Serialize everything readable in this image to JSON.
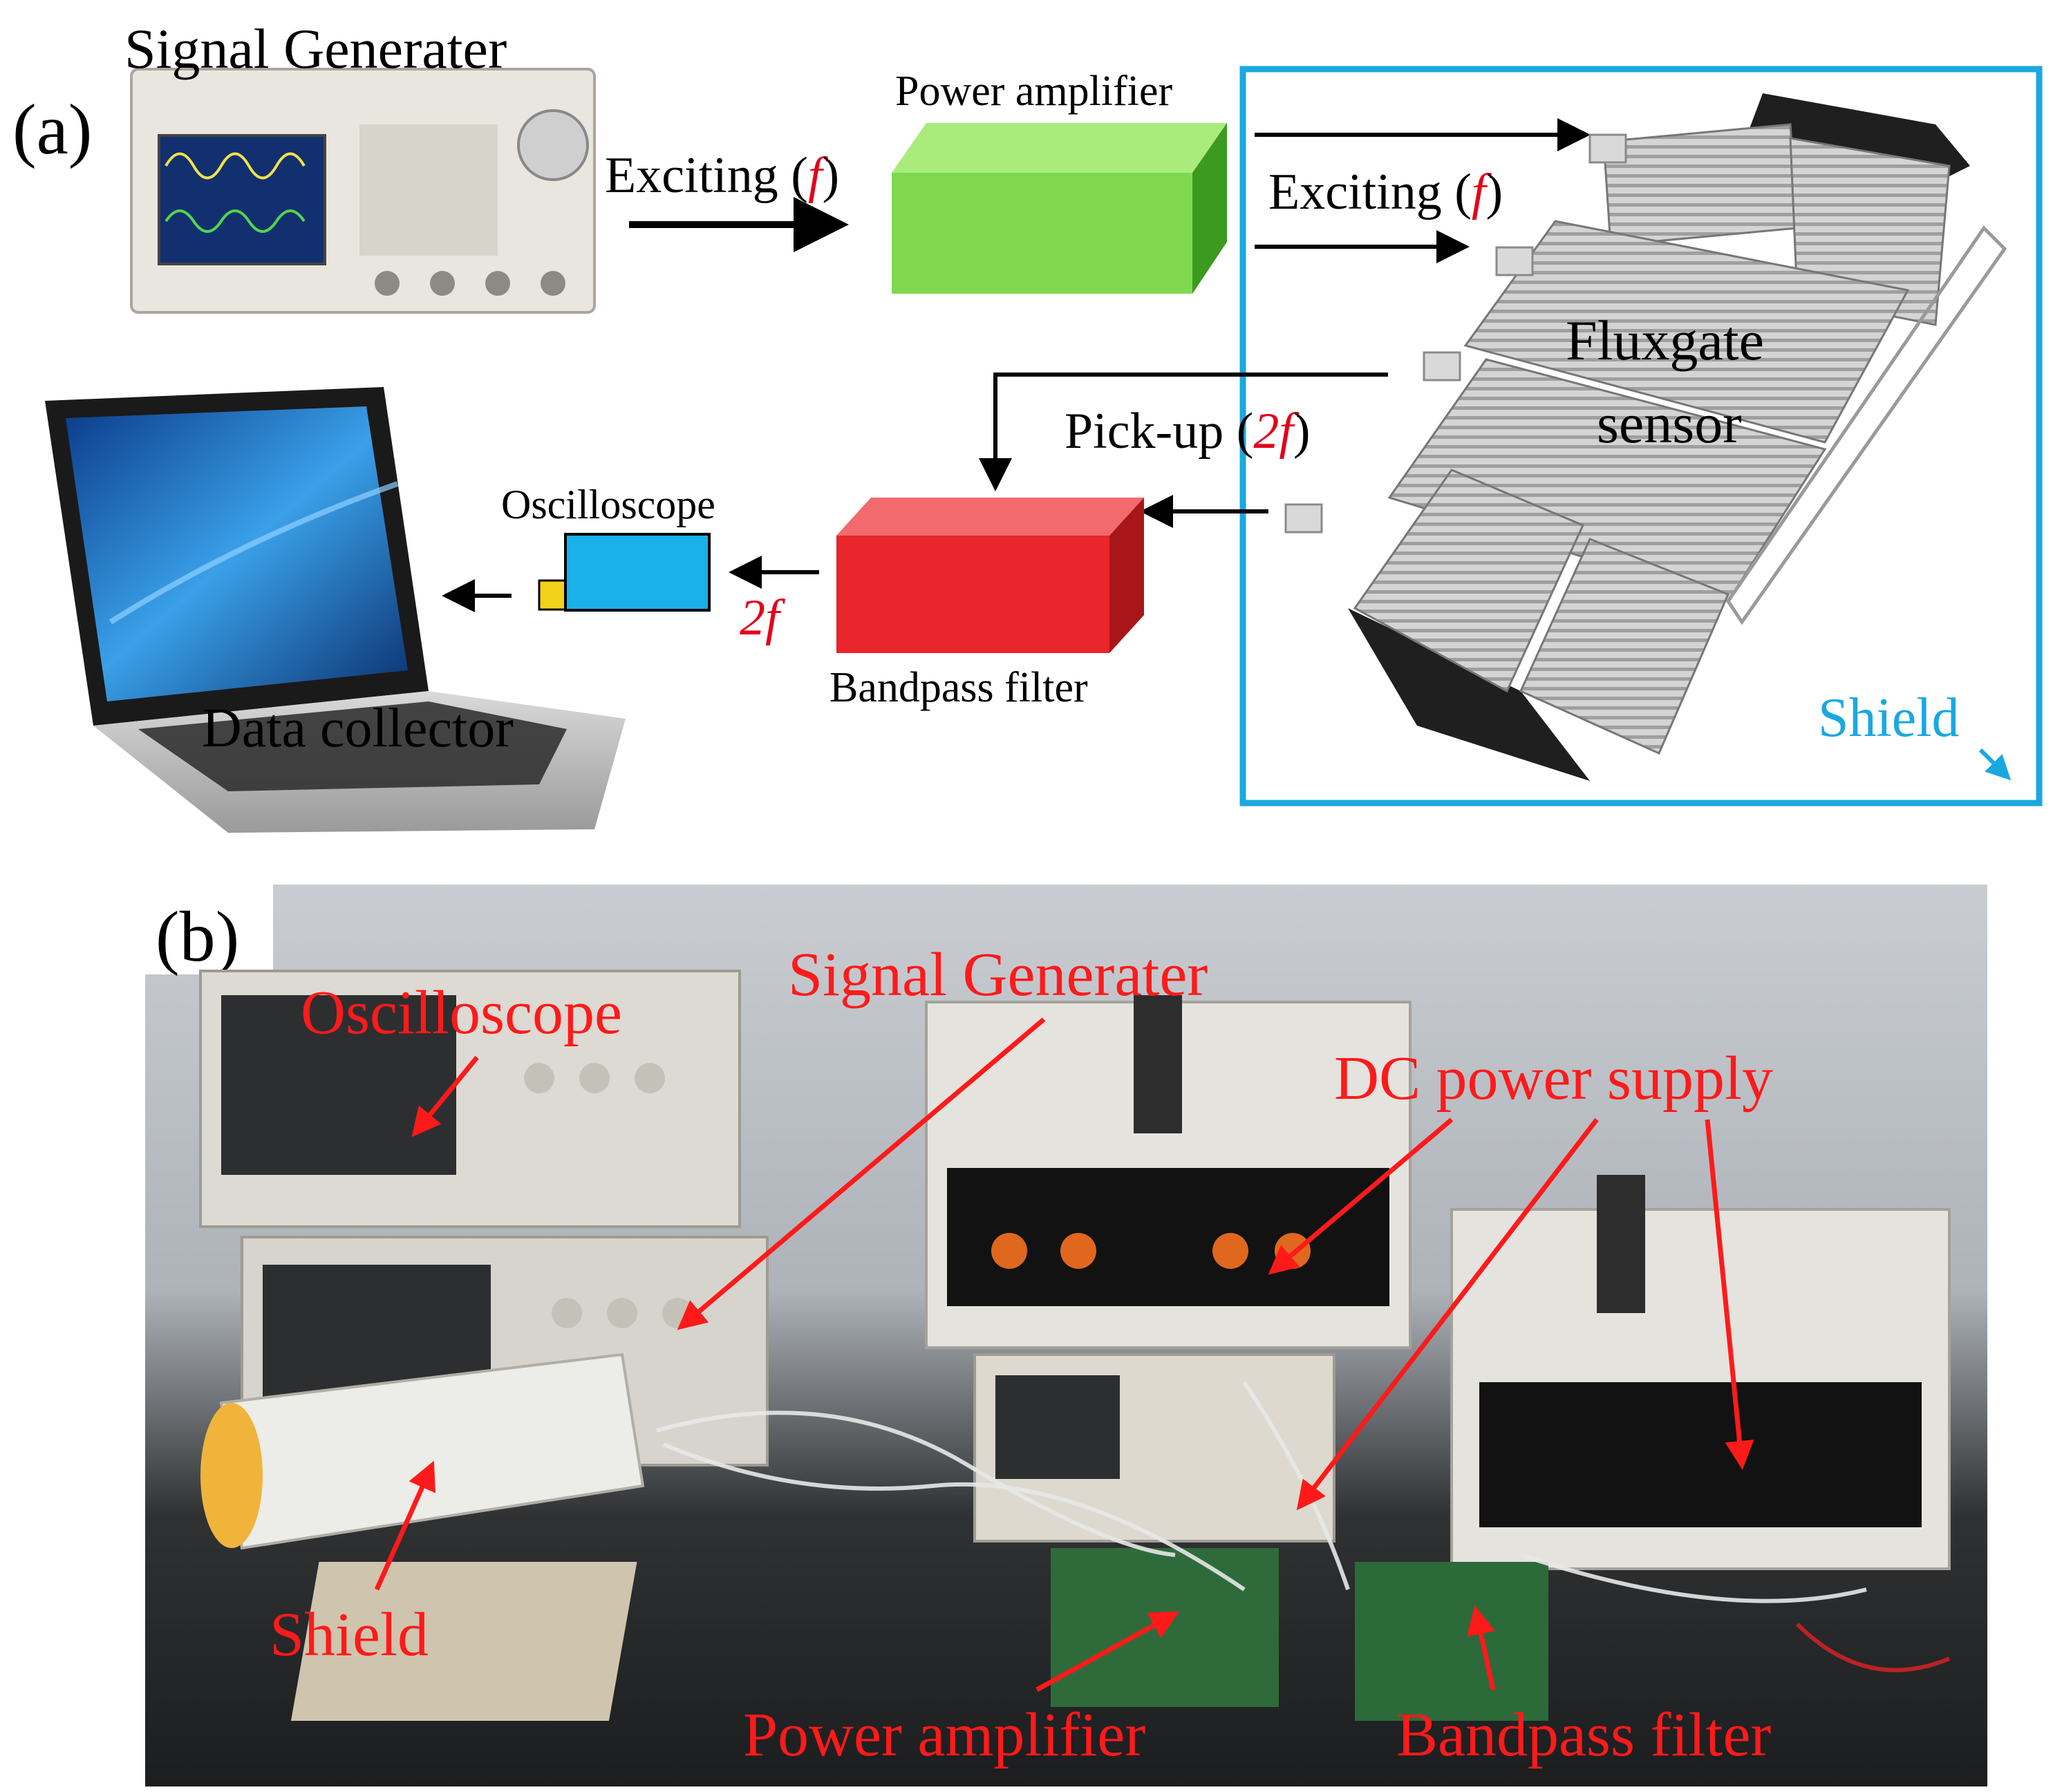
{
  "panel_a": {
    "label": "(a)",
    "signal_generator": "Signal Generater",
    "exciting_prefix": "Exciting (",
    "exciting_var": "f",
    "exciting_suffix": ")",
    "power_amplifier": "Power amplifier",
    "fluxgate_line1": "Fluxgate",
    "fluxgate_line2": "sensor",
    "shield": "Shield",
    "pickup_prefix": "Pick-up (",
    "pickup_var": "2f",
    "pickup_suffix": ")",
    "bandpass_filter": "Bandpass filter",
    "oscilloscope": "Oscilloscope",
    "two_f": "2f",
    "data_collector": "Data collector"
  },
  "panel_b": {
    "label": "(b)",
    "labels": {
      "oscilloscope": "Oscilloscope",
      "signal_generator": "Signal Generater",
      "dc_power_supply": "DC power supply",
      "shield": "Shield",
      "power_amplifier": "Power amplifier",
      "bandpass_filter": "Bandpass filter"
    }
  },
  "colors": {
    "red_label": "#ff1a1a",
    "shield_blue": "#1aa8e0",
    "power_amp_green": "#7fd84f",
    "bandpass_red": "#e8262b",
    "oscilloscope_blue": "#1ab0e8",
    "var_red": "#e3001b"
  }
}
